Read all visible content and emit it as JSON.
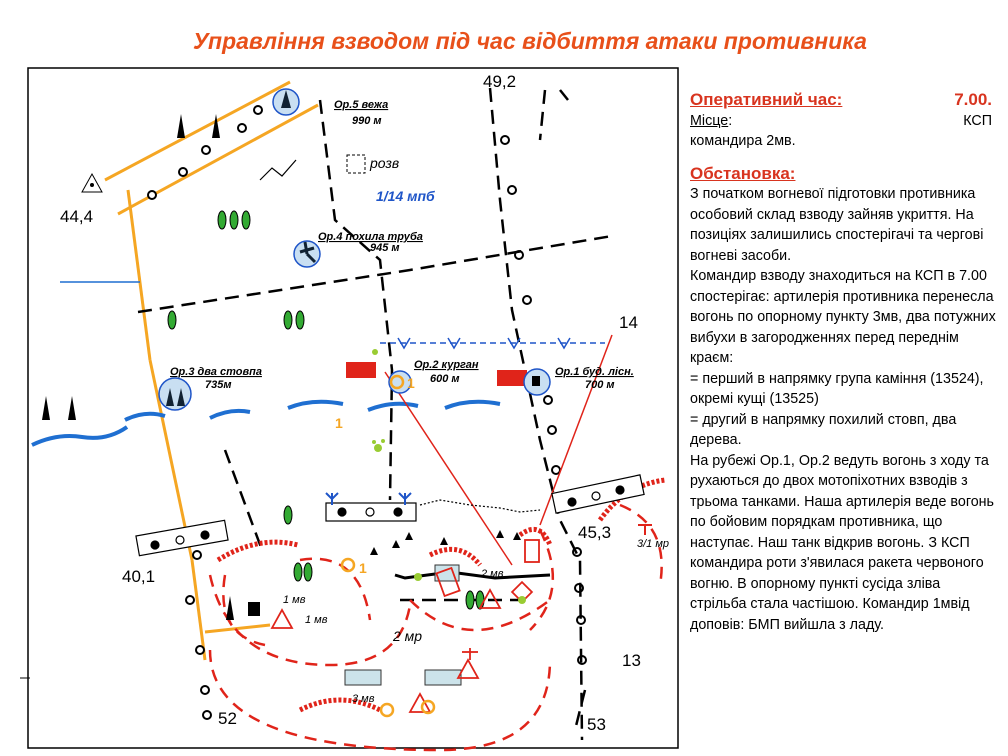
{
  "title": "Управління взводом під час відбиття атаки противника",
  "panel": {
    "op_time_label": "Оперативний час:",
    "op_time_value": "7.00.",
    "place_label": "Місце",
    "place_colon": ":",
    "place_value": "КСП",
    "place_line2": "командира 2мв.",
    "situation_heading": "Обстановка:",
    "situation_paragraphs": [
      "З початком вогневої підготовки противника особовий склад взводу зайняв укриття. На позиціях залишились спостерігачі та чергові вогневі засоби.",
      " Командир взводу знаходиться на КСП в 7.00 спостерігає: артилерія противника перенесла вогонь по опорному пункту 3мв, два потужних вибухи в загородженнях перед переднім краєм:",
      "= перший в напрямку група каміння (13524), окремі кущі (13525)",
      "= другий в напрямку похилий стовп, два дерева.",
      "На рубежі Ор.1, Ор.2 ведуть вогонь з ходу та рухаються до двох мотопіхотних взводів з трьома танками. Наша артилерія веде вогонь по бойовим порядкам противника, що наступає. Наш танк відкрив вогонь. З КСП командира роти з'явилася ракета червоного вогню. В опорному пункті сусіда зліва стрільба стала частішою. Командир 1мвід доповів: БМП вийшла з ладу."
    ]
  },
  "map": {
    "labels": {
      "grid_49_2": "49,2",
      "grid_44_4": "44,4",
      "grid_14": "14",
      "grid_45_3": "45,3",
      "grid_40_1": "40,1",
      "grid_13": "13",
      "grid_52": "52",
      "grid_53": "53",
      "or5": "Ор.5 вежа",
      "or5_dist": "990 м",
      "rozv": "розв",
      "mpb": "1/14 мпб",
      "or4": "Ор.4 похила труба",
      "or4_dist": "945 м",
      "or3": "Ор.3 два стовпа",
      "or3_dist": "735м",
      "or2": "Ор.2 курган",
      "or2_dist": "600 м",
      "or1": "Ор.1 буд. лісн.",
      "or1_dist": "700 м",
      "one_a": "1",
      "one_b": "1",
      "one_c": "1",
      "mv_1a": "1 мв",
      "mv_1b": "1 мв",
      "mv_2": "2 мв",
      "mr_2": "2 мр",
      "mv_3": "3 мв",
      "mr_3_1": "3/1 мр"
    }
  },
  "colors": {
    "title": "#e8501a",
    "heading": "#d8341f",
    "road": "#f5a623",
    "water": "#1f6fd1",
    "enemy": "#e0241a",
    "friendly": "#1f55c8"
  }
}
